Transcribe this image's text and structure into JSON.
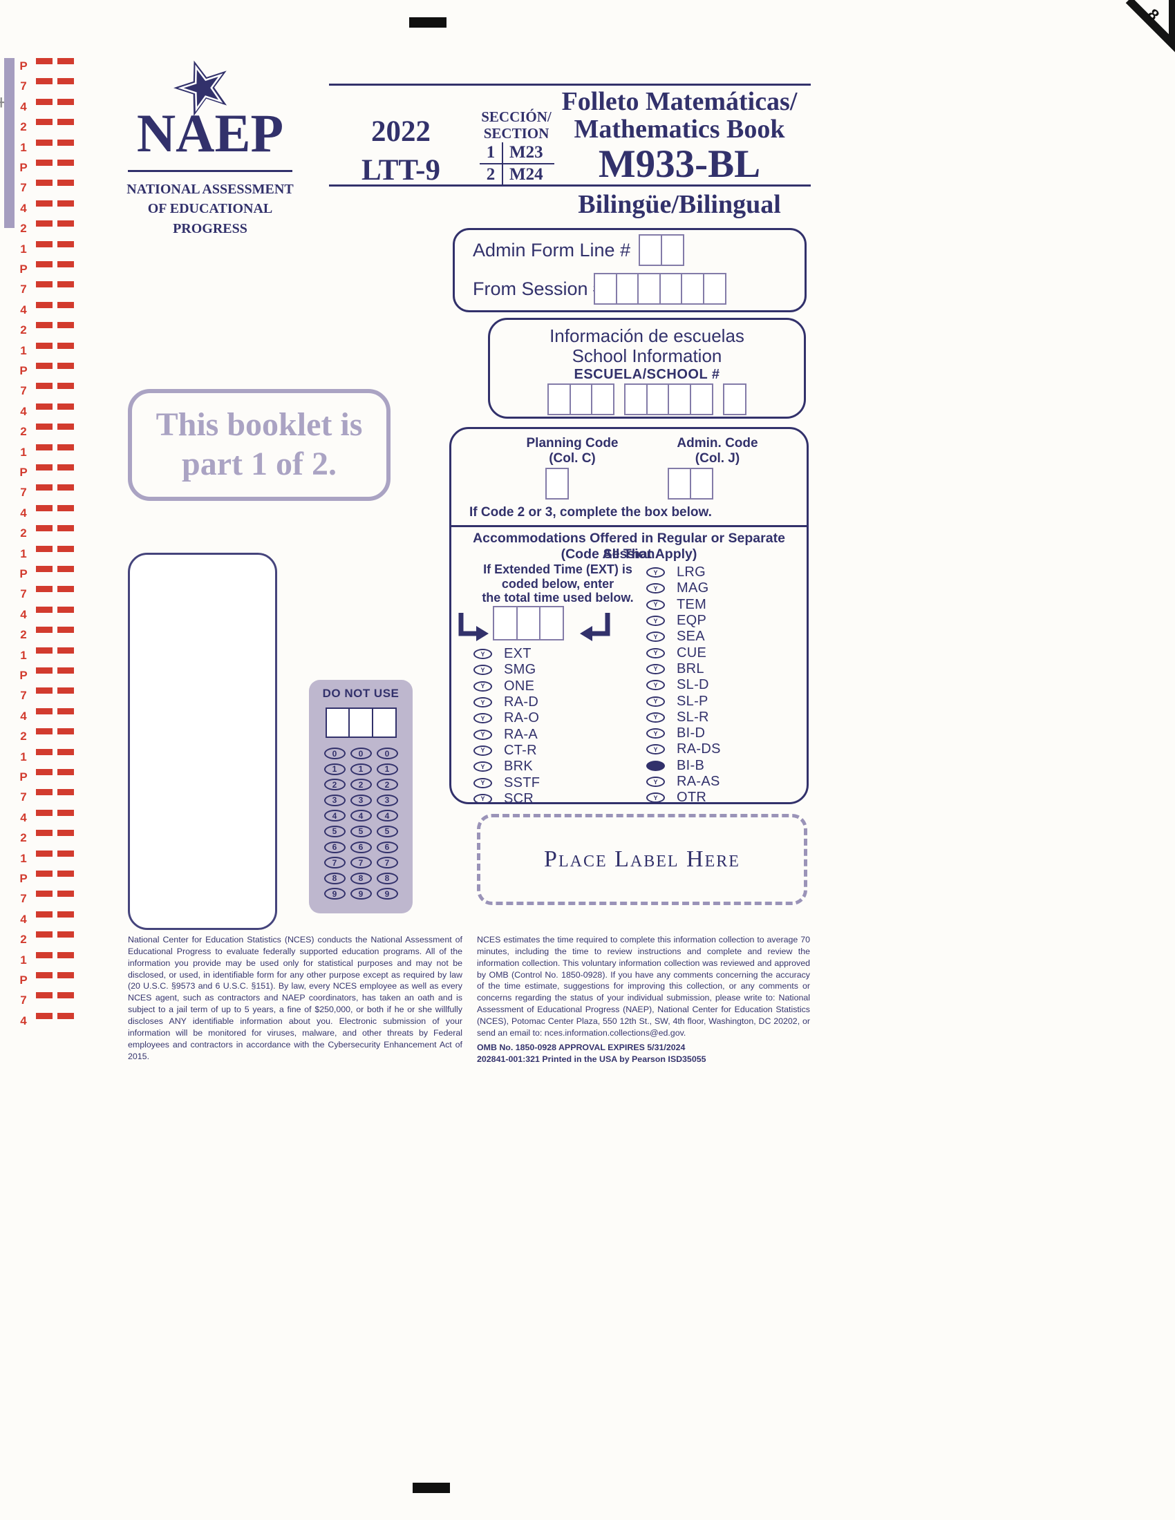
{
  "corner": {
    "page_number": "8"
  },
  "spine": {
    "pattern": "P7421",
    "mark_count": 48
  },
  "logo": {
    "acronym": "NAEP",
    "subtitle1": "NATIONAL ASSESSMENT",
    "subtitle2": "OF EDUCATIONAL",
    "subtitle3": "PROGRESS"
  },
  "header": {
    "year": "2022",
    "form": "LTT-9",
    "section_label1": "SECCIÓN/",
    "section_label2": "SECTION",
    "sections": [
      {
        "num": "1",
        "code": "M23"
      },
      {
        "num": "2",
        "code": "M24"
      }
    ],
    "title1": "Folleto Matemáticas/",
    "title2": "Mathematics Book",
    "title3": "M933-BL",
    "title4": "Bilingüe/Bilingual"
  },
  "admin_box": {
    "form_line_label": "Admin Form Line #",
    "session_label": "From Session #"
  },
  "school_box": {
    "title_es": "Información de escuelas",
    "title_en": "School Information",
    "field_label": "ESCUELA/SCHOOL #"
  },
  "booklet_note": {
    "line1": "This booklet is",
    "line2": "part 1 of 2."
  },
  "codes": {
    "planning_label1": "Planning Code",
    "planning_label2": "(Col. C)",
    "admin_label1": "Admin. Code",
    "admin_label2": "(Col. J)",
    "note": "If Code 2 or 3, complete the box below."
  },
  "accommodations": {
    "title1": "Accommodations Offered in Regular or Separate Session",
    "title2": "(Code All That Apply)",
    "ext_note1": "If Extended Time (EXT) is",
    "ext_note2": "coded below, enter",
    "ext_note3": "the total time used below.",
    "bubble_letter": "Y",
    "left_options": [
      "EXT",
      "SMG",
      "ONE",
      "RA-D",
      "RA-O",
      "RA-A",
      "CT-R",
      "BRK",
      "SSTF",
      "SCR"
    ],
    "right_options": [
      "LRG",
      "MAG",
      "TEM",
      "EQP",
      "SEA",
      "CUE",
      "BRL",
      "SL-D",
      "SL-P",
      "SL-R",
      "BI-D",
      "RA-DS",
      "BI-B",
      "RA-AS",
      "OTR"
    ],
    "filled_option": "BI-B"
  },
  "do_not_use": {
    "title": "DO NOT USE",
    "digits": [
      "0",
      "1",
      "2",
      "3",
      "4",
      "5",
      "6",
      "7",
      "8",
      "9"
    ],
    "columns": 3
  },
  "label_area": {
    "text": "Place Label Here"
  },
  "footer": {
    "left_text": "National Center for Education Statistics (NCES) conducts the National Assessment of Educational Progress to evaluate federally supported education programs. All of the information you provide may be used only for statistical purposes and may not be disclosed, or used, in identifiable form for any other purpose except as required by law (20 U.S.C. §9573 and 6 U.S.C. §151). By law, every NCES employee as well as every NCES agent, such as contractors and NAEP coordinators, has taken an oath and is subject to a jail term of up to 5 years, a fine of $250,000, or both if he or she willfully discloses ANY identifiable information about you. Electronic submission of your information will be monitored for viruses, malware, and other threats by Federal employees and contractors in accordance with the Cybersecurity Enhancement Act of 2015.",
    "right_text": "NCES estimates the time required to complete this information collection to average 70 minutes, including the time to review instructions and complete and review the information collection. This voluntary information collection was reviewed and approved by OMB (Control No. 1850-0928). If you have any comments concerning the accuracy of the time estimate, suggestions for improving this collection, or any comments or concerns regarding the status of your individual submission, please write to: National Assessment of Educational Progress (NAEP), National Center for Education Statistics (NCES), Potomac Center Plaza, 550 12th St., SW, 4th floor, Washington, DC 20202, or send an email to: nces.information.collections@ed.gov.",
    "omb_line": "OMB No. 1850-0928   APPROVAL EXPIRES 5/31/2024",
    "print_line": "202841-001:321    Printed in the USA by Pearson    ISD35055"
  }
}
